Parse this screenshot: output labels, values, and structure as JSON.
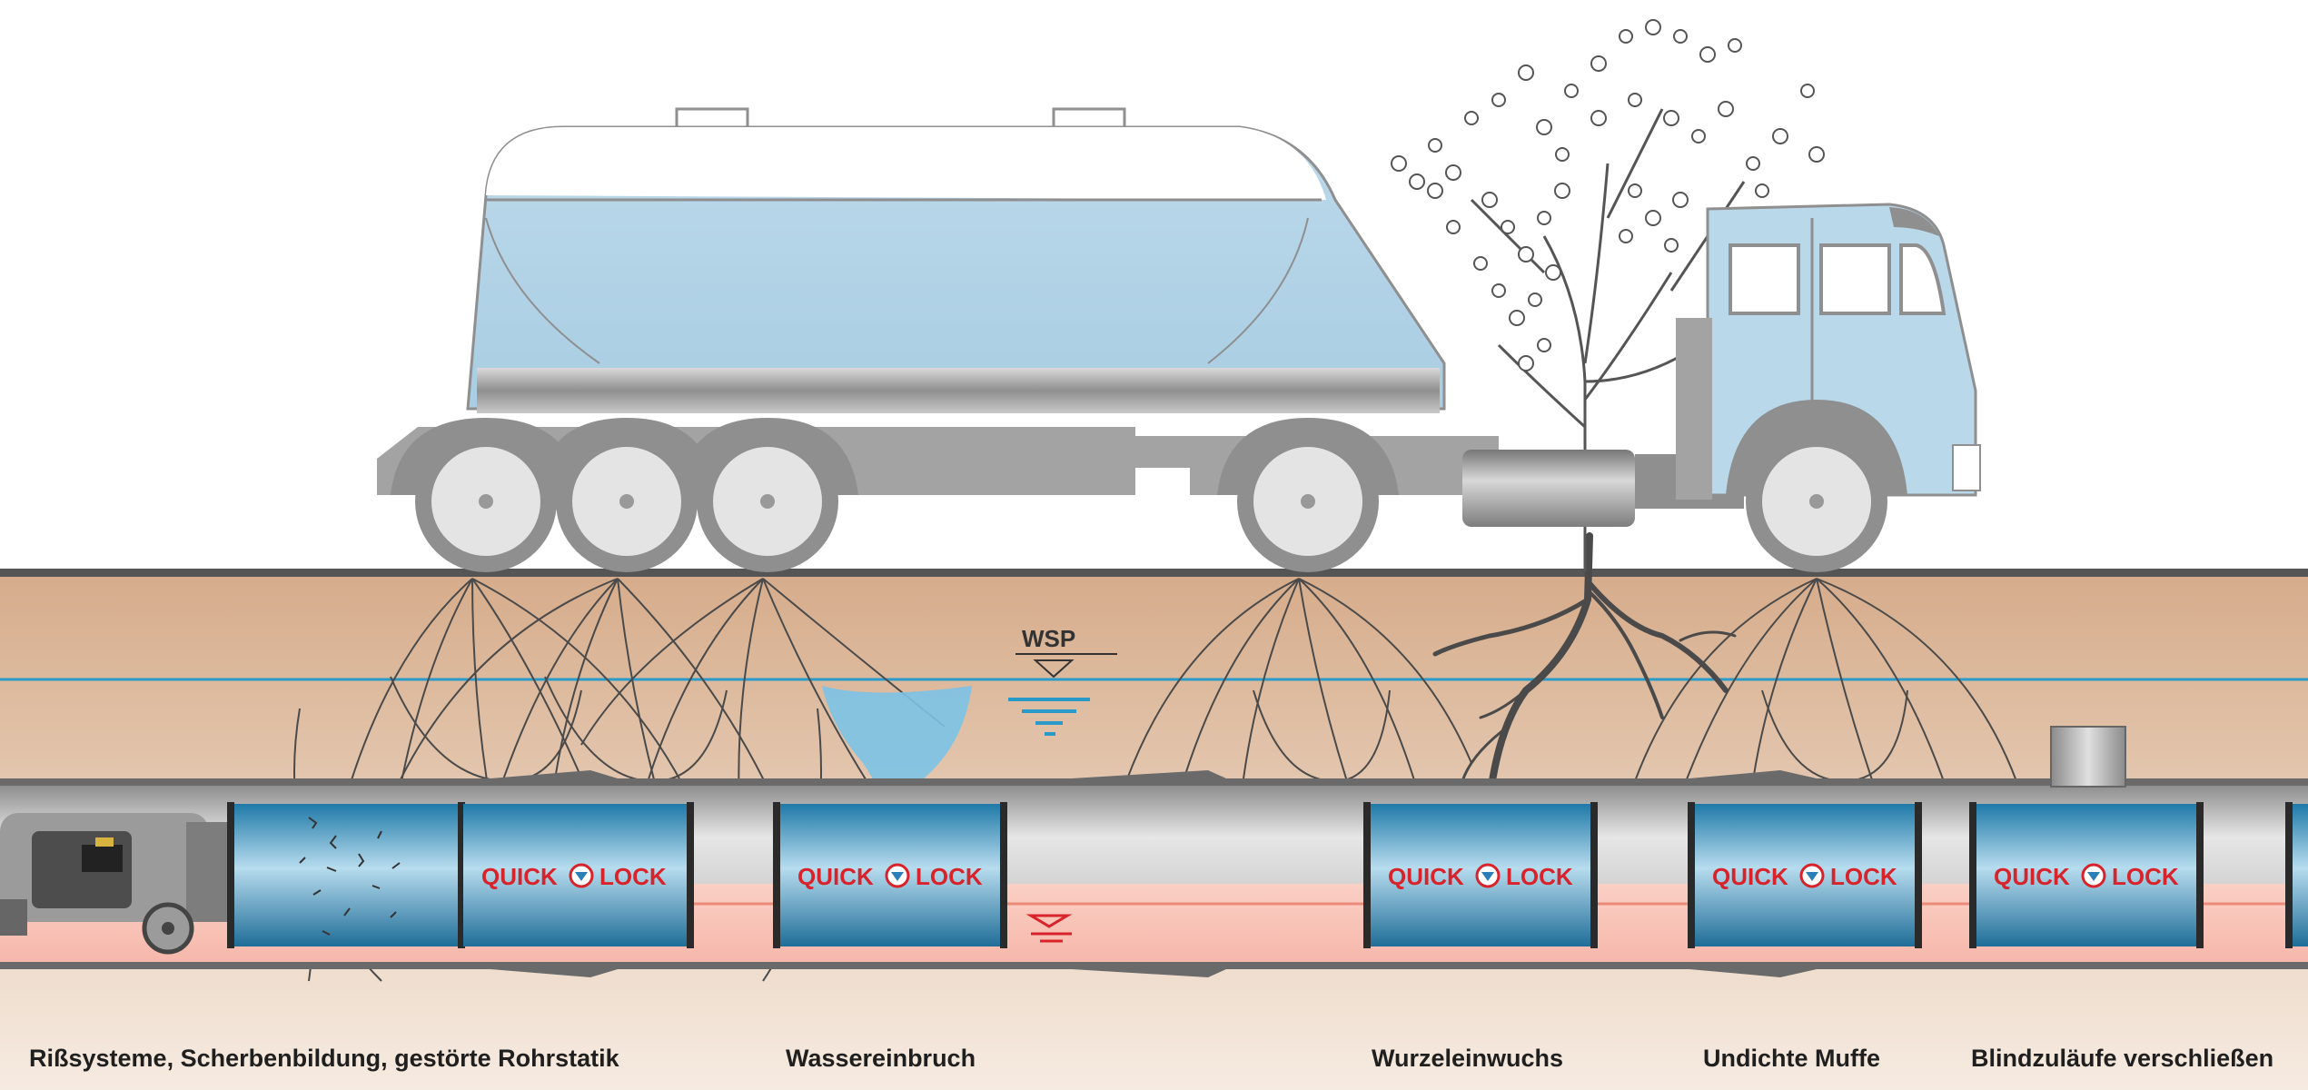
{
  "diagram": {
    "water_level_label": "WSP",
    "brand_word_1": "QUICK",
    "brand_word_2": "LOCK",
    "captions": [
      "Rißsysteme, Scherbenbildung, gestörte Rohrstatik",
      "Wassereinbruch",
      "Wurzeleinwuchs",
      "Undichte Muffe",
      "Blindzuläufe verschließen"
    ],
    "colors": {
      "soil": "#d9b79b",
      "pipe_fill": "#fbd3c8",
      "sleeve_blue": "#3f9bc8",
      "truck_blue": "#b9d8ea",
      "water_line": "#2a9ac8",
      "brand_red": "#d8232a"
    }
  }
}
